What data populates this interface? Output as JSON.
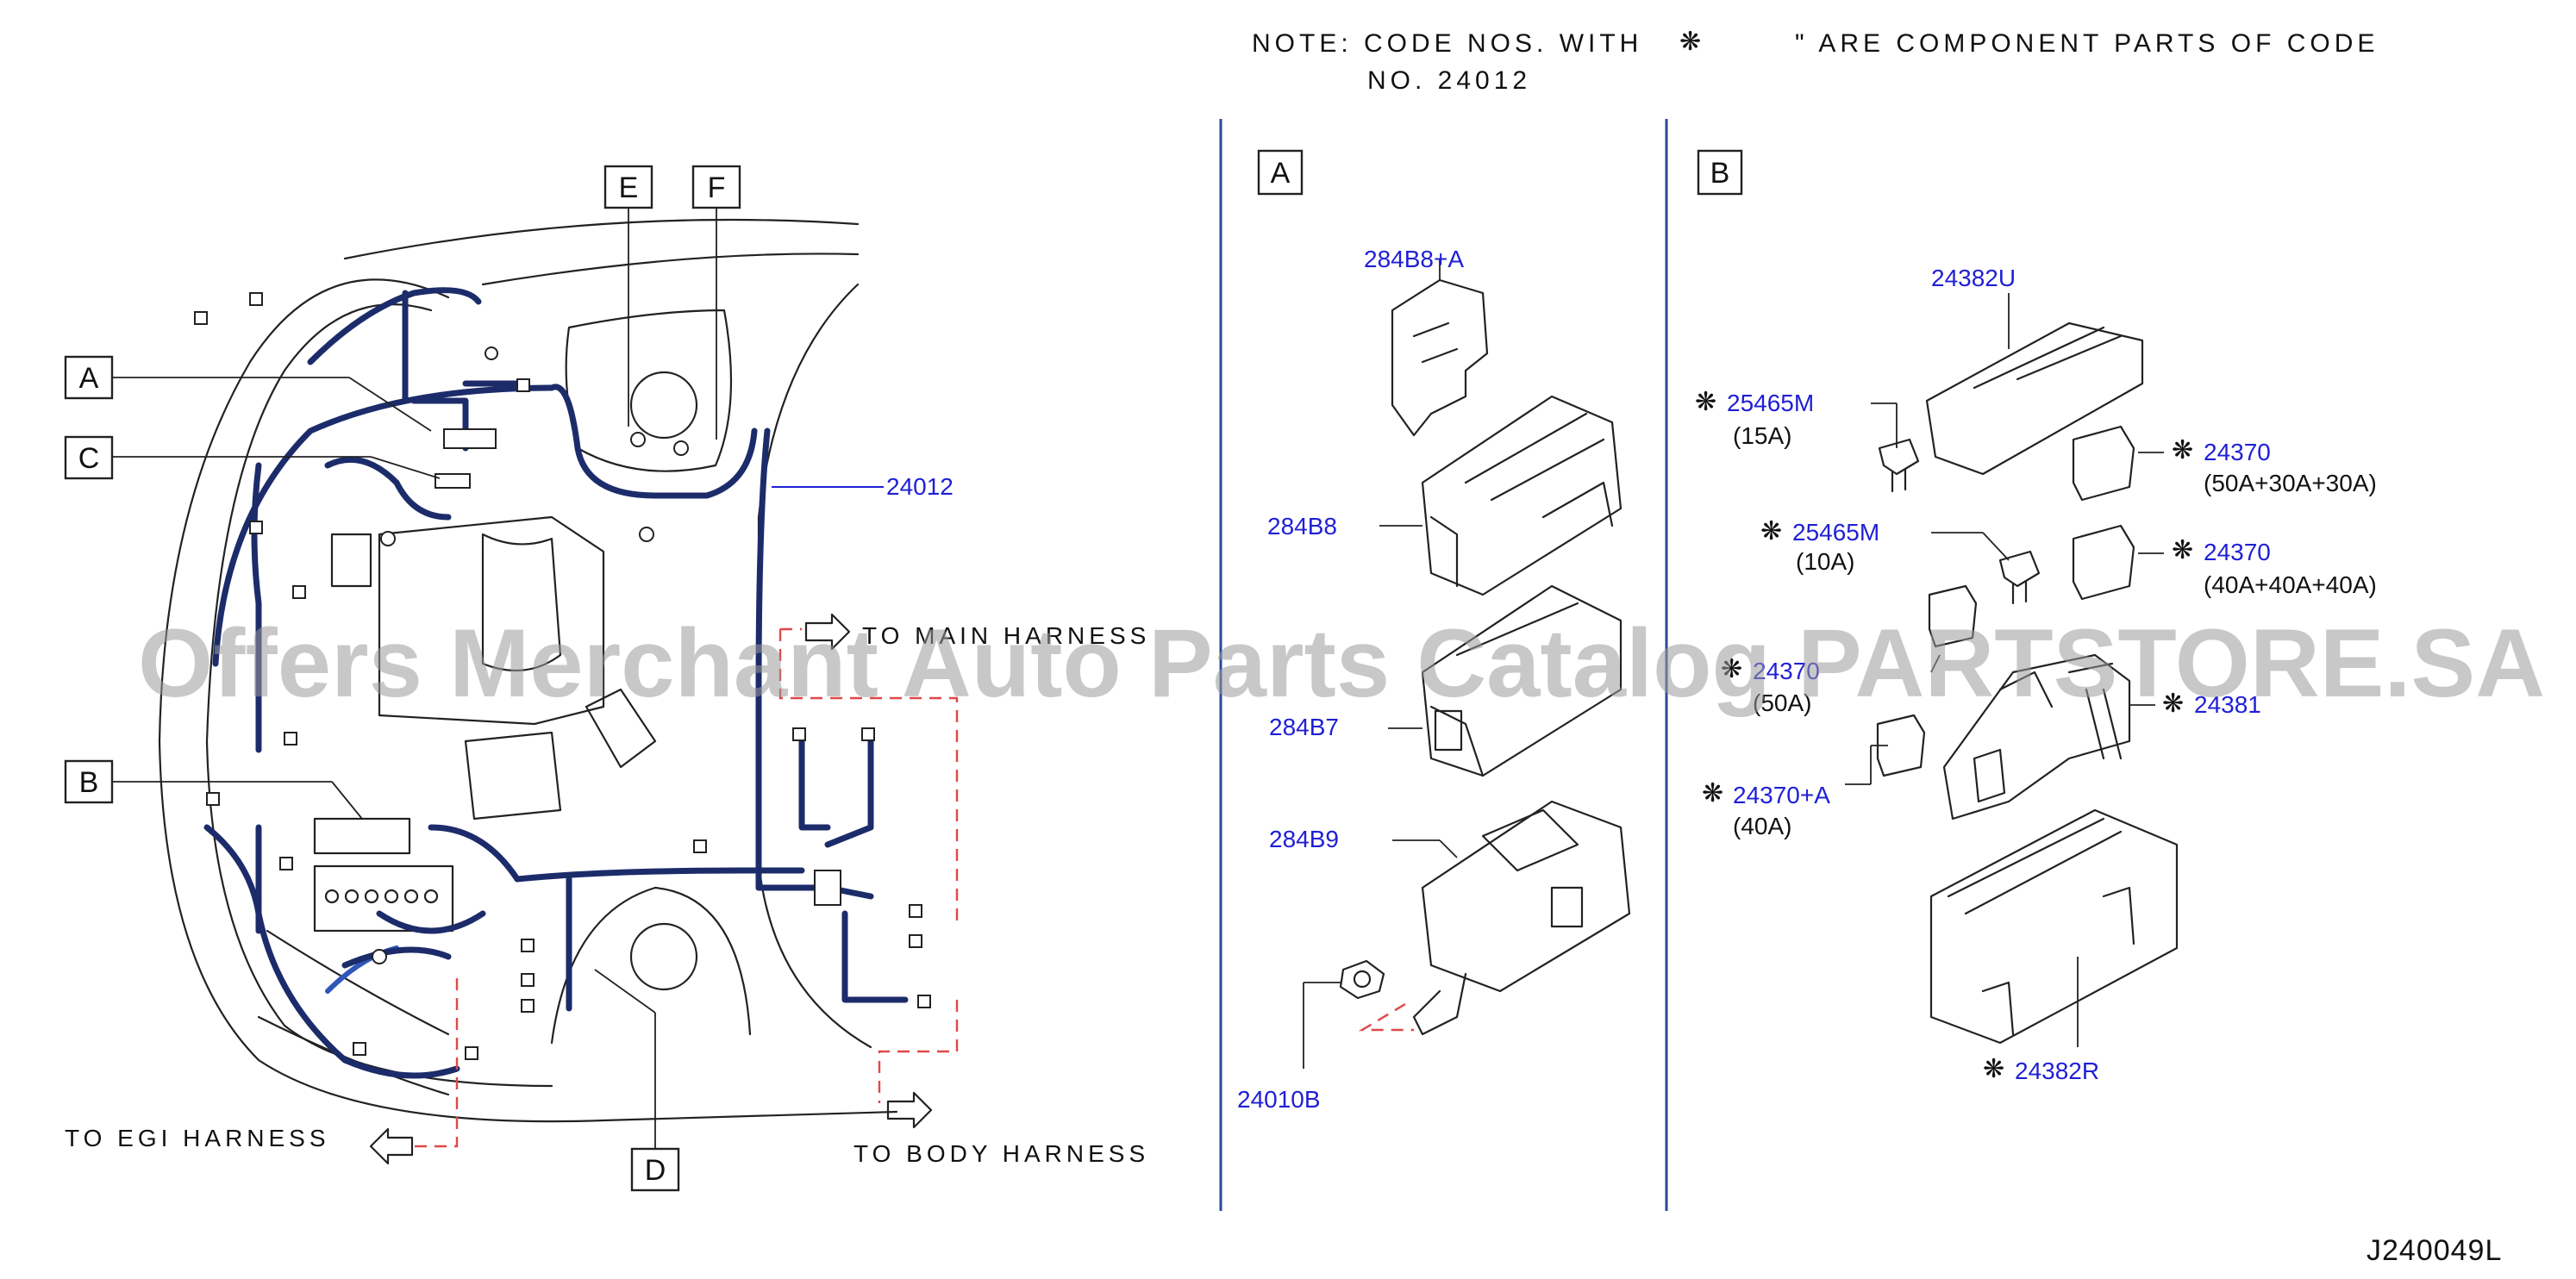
{
  "note": {
    "line1_prefix": "NOTE: CODE NOS. WITH ",
    "symbol": "❋",
    "line1_suffix": "\" ARE COMPONENT PARTS OF CODE",
    "line2": "NO. 24012"
  },
  "watermark": "Offers Merchant Auto Parts Catalog PARTSTORE.SA",
  "diagram_ref": "J240049L",
  "callouts": {
    "A": "A",
    "B": "B",
    "C": "C",
    "D": "D",
    "E": "E",
    "F": "F"
  },
  "left_panel": {
    "harness_part": "24012",
    "to_main": "TO MAIN HARNESS",
    "to_body": "TO BODY HARNESS",
    "to_egi": "TO EGI HARNESS"
  },
  "panel_a": {
    "label": "A",
    "parts": {
      "p1": "284B8+A",
      "p2": "284B8",
      "p3": "284B7",
      "p4": "284B9",
      "p5": "24010B"
    }
  },
  "panel_b": {
    "label": "B",
    "parts": {
      "p1": "24382U",
      "p2": "25465M",
      "p2_rating": "(15A)",
      "p3": "24370",
      "p3_rating": "(50A+30A+30A)",
      "p4": "25465M",
      "p4_rating": "(10A)",
      "p5": "24370",
      "p5_rating": "(40A+40A+40A)",
      "p6": "24370",
      "p6_rating": "(50A)",
      "p7": "24381",
      "p8": "24370+A",
      "p8_rating": "(40A)",
      "p9": "24382R"
    }
  },
  "colors": {
    "part_number": "#1f1fd6",
    "harness": "#1c2c6a",
    "dashed_lead": "#e04848",
    "divider": "#2a4a9a"
  }
}
